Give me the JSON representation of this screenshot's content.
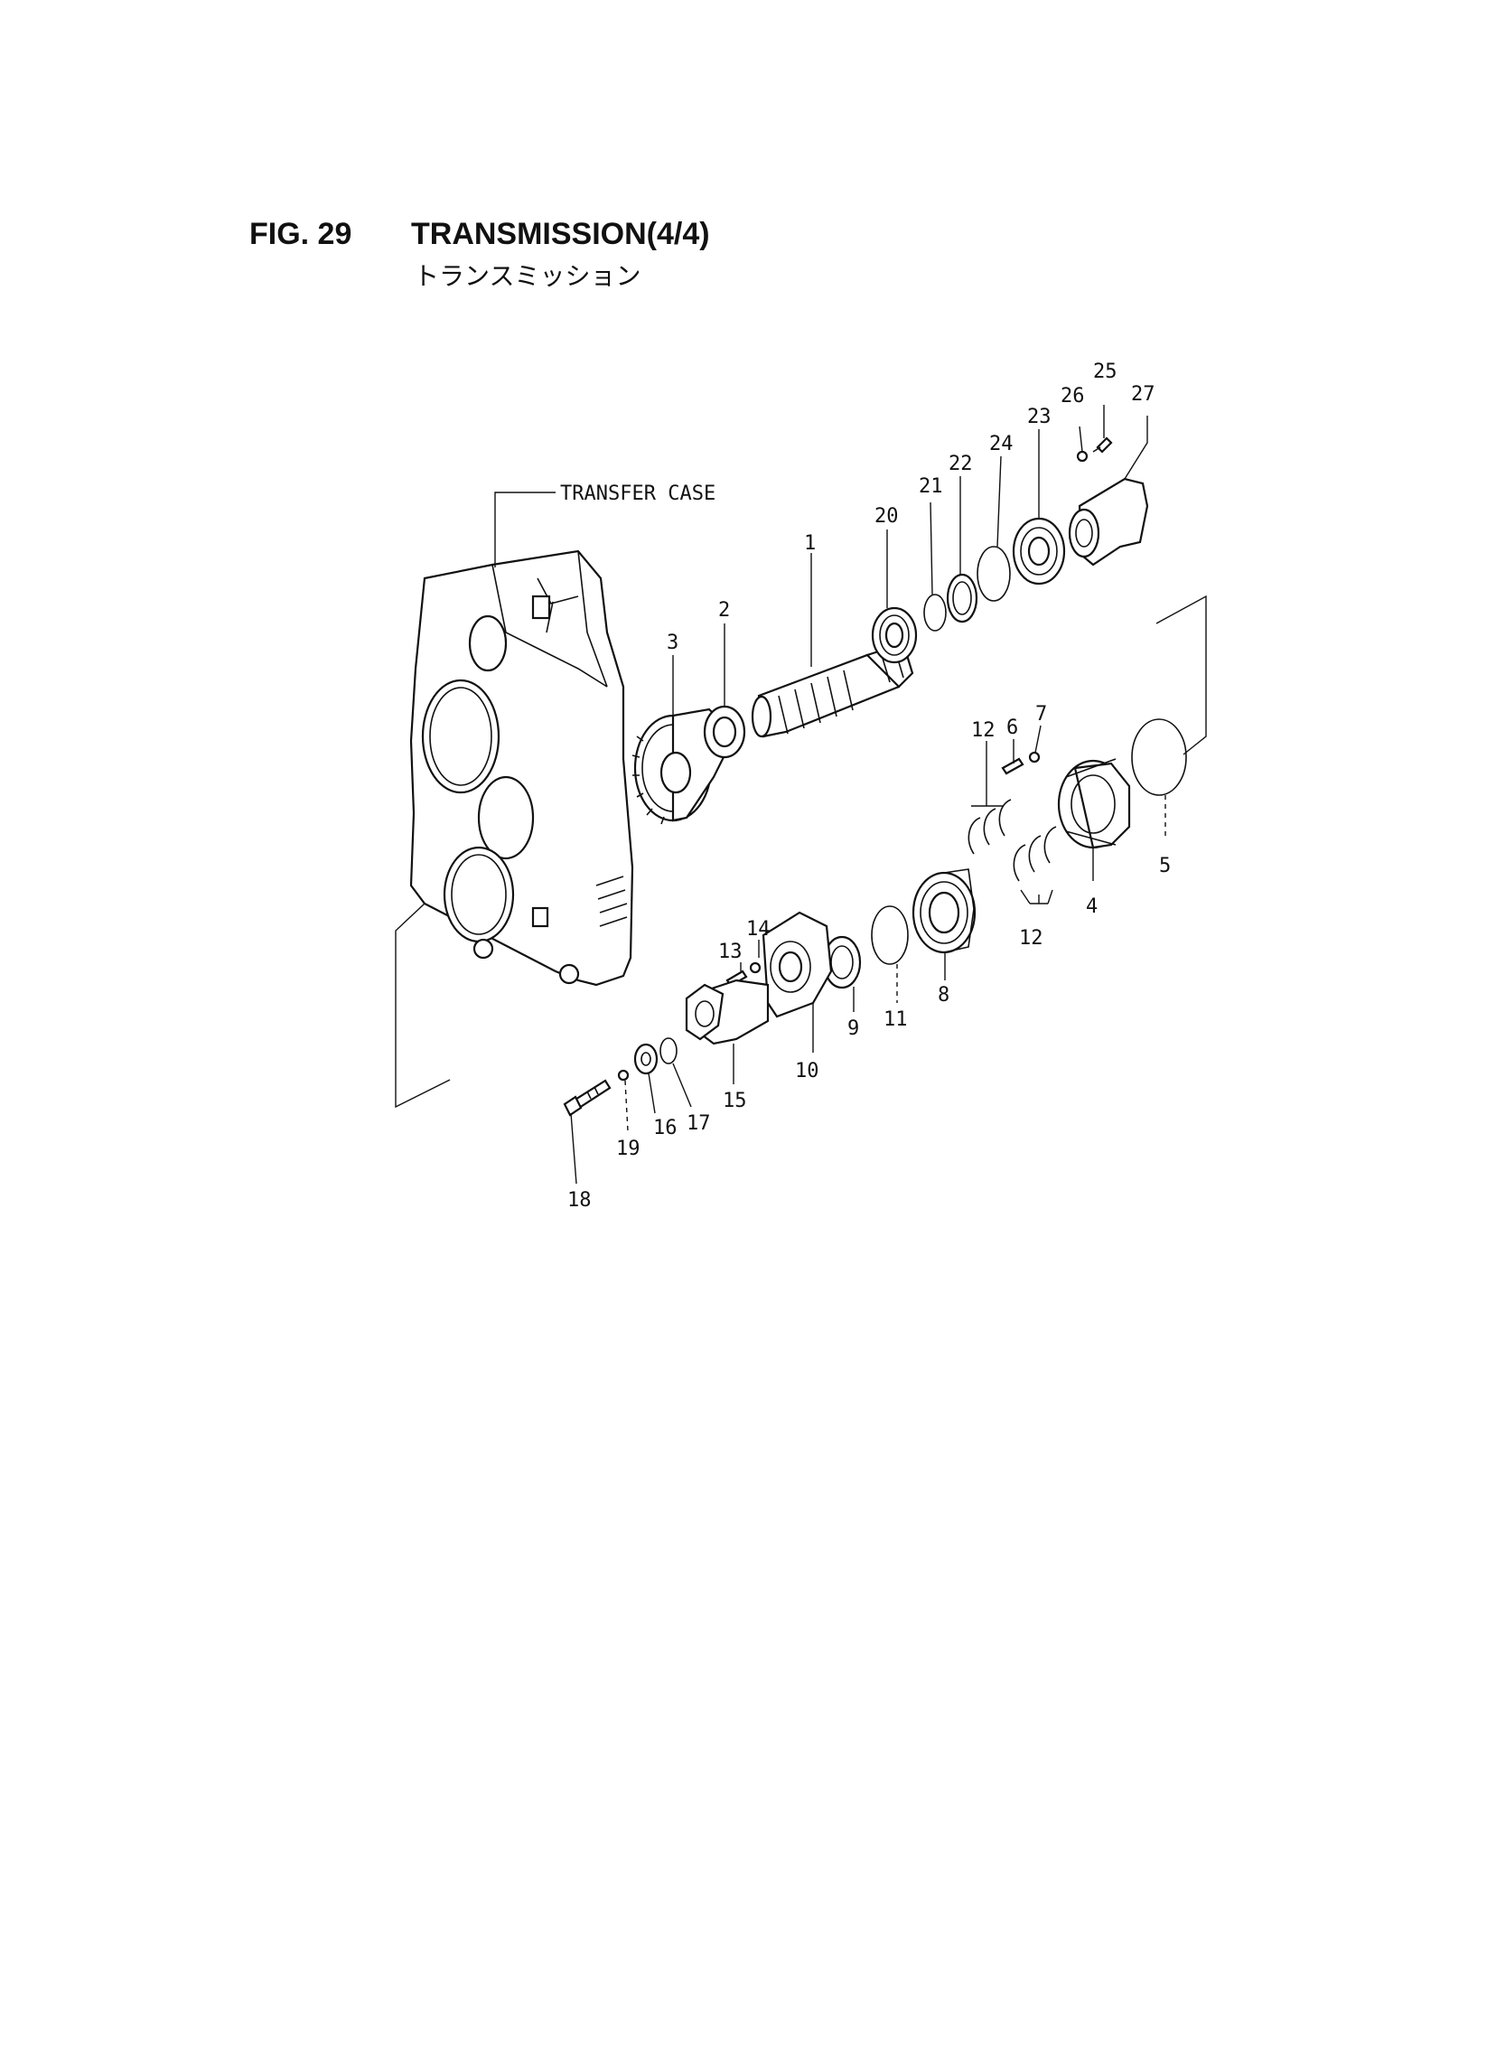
{
  "header": {
    "figure_number": "FIG. 29",
    "title": "TRANSMISSION(4/4)",
    "subtitle": "トランスミッション"
  },
  "diagram": {
    "case_label": "TRANSFER CASE",
    "callouts": {
      "p1": "1",
      "p2": "2",
      "p3": "3",
      "p4": "4",
      "p5": "5",
      "p6": "6",
      "p7": "7",
      "p8": "8",
      "p9": "9",
      "p10": "10",
      "p11": "11",
      "p12a": "12",
      "p12b": "12",
      "p13": "13",
      "p14": "14",
      "p15": "15",
      "p16": "16",
      "p17": "17",
      "p18": "18",
      "p19": "19",
      "p20": "20",
      "p21": "21",
      "p22": "22",
      "p23": "23",
      "p24": "24",
      "p25": "25",
      "p26": "26",
      "p27": "27"
    }
  }
}
